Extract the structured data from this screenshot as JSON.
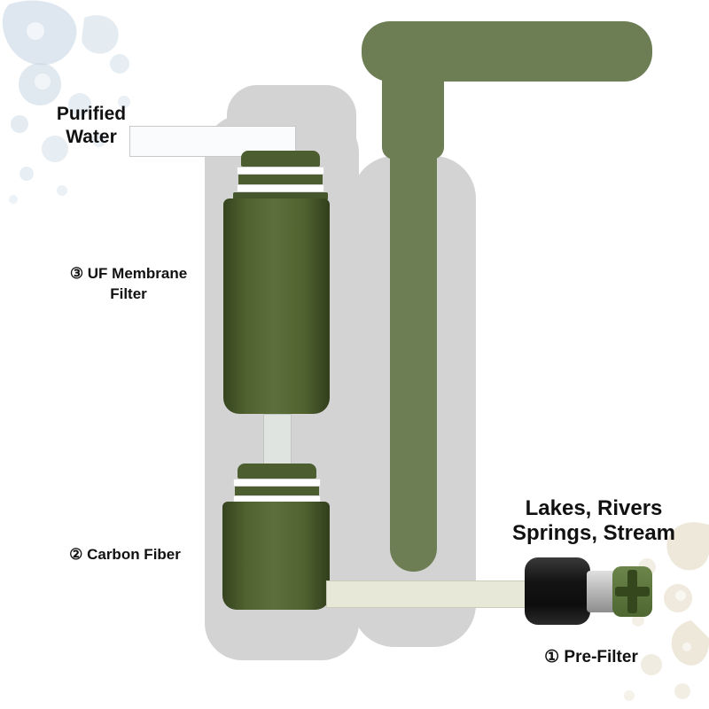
{
  "labels": {
    "purified_water_1": "Purified",
    "purified_water_2": "Water",
    "uf_membrane_1": "③ UF Membrane",
    "uf_membrane_2": "Filter",
    "carbon_fiber": "② Carbon Fiber",
    "water_source_1": "Lakes, Rivers",
    "water_source_2": "Springs, Stream",
    "pre_filter": "① Pre-Filter"
  },
  "colors": {
    "handle_green": "#6d7e54",
    "filter_body_green": "#50622f",
    "body_gray": "#d3d3d3",
    "intake_tube_beige": "#e8e8d8",
    "prefilter_black": "#141414",
    "valve_green": "#4e6631",
    "splash_blue": "#c3d4e2",
    "splash_beige": "#e3d9c3"
  }
}
